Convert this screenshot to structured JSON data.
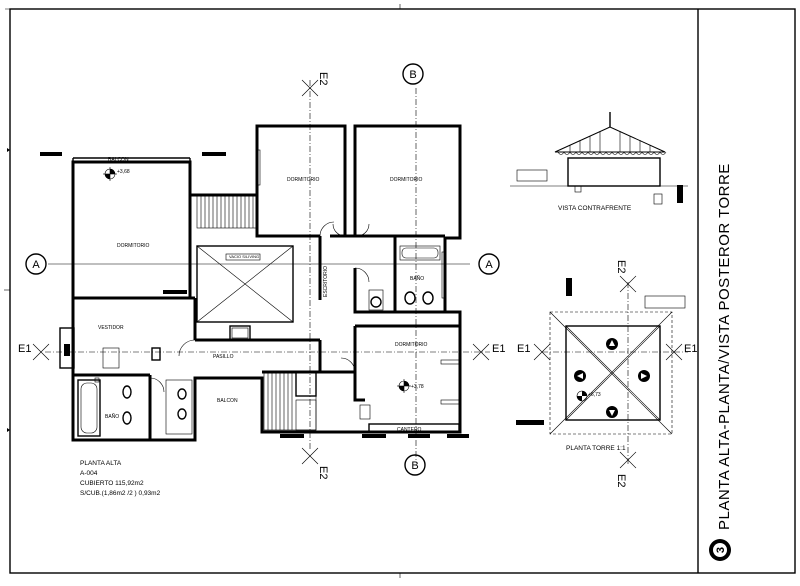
{
  "sheet": {
    "number": "3",
    "title": "PLANTA ALTA-PLANTA/VISTA POSTEROR TORRE"
  },
  "plan": {
    "rooms": {
      "balcon_top": "BALCON",
      "dormitorio_left": "DORMITORIO",
      "dormitorio_center": "DORMITORIO",
      "dormitorio_right": "DORMITORIO",
      "dormitorio_lower": "DORMITORIO",
      "vestidor": "VESTIDOR",
      "bano_left": "BAÑO",
      "bano_right": "BAÑO",
      "pasillo": "PASILLO",
      "escritorio": "ESCRITORIO",
      "balcon_bottom": "BALCON",
      "cantero": "CANTERO",
      "vacio": "VACIO S/LIVING"
    },
    "levels": {
      "balcon": "+3,68",
      "dormitorio": "+3,78"
    },
    "info": {
      "line1": "PLANTA ALTA",
      "line2": "A-004",
      "line3": "CUBIERTO  115,92m2",
      "line4": "S/CUB.(1,86m2 /2 )  0,93m2"
    }
  },
  "tower": {
    "vista_label": "VISTA CONTRAFRENTE",
    "planta_label": "PLANTA TORRE  1:1",
    "level": "+6,73"
  },
  "markers": {
    "a": "A",
    "b": "B",
    "e1": "E1",
    "e2": "E2"
  }
}
